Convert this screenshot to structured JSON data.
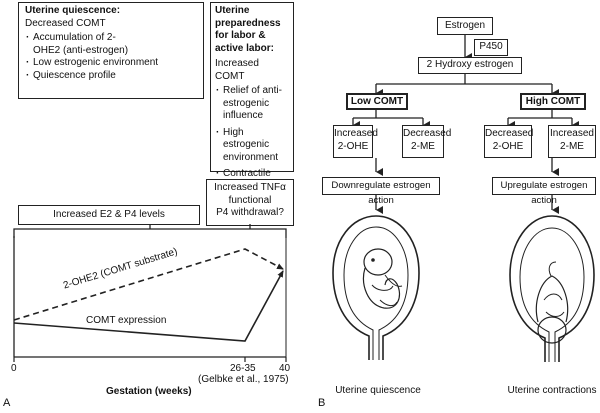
{
  "panel_a": {
    "letter": "A",
    "quiescence_box": {
      "title": "Uterine quiescence:",
      "subtitle": "Decreased COMT",
      "items": [
        "Accumulation of 2-OHE2 (anti-estrogen)",
        "Low estrogenic environment",
        "Quiescence profile"
      ]
    },
    "labor_box": {
      "title": "Uterine preparedness for labor & active labor:",
      "subtitle": "Increased COMT",
      "items": [
        "Relief of anti-estrogenic influence",
        "High estrogenic environment",
        "Contractile profile"
      ]
    },
    "tnf_box": [
      "Increased TNFα",
      "functional",
      "P4 withdrawal?"
    ],
    "e2p4_label": "Increased E2 & P4 levels",
    "curve_dashed_label": "2-OHE2 (COMT substrate)",
    "curve_solid_label": "COMT expression",
    "x_ticks": [
      "0",
      "26-35",
      "40"
    ],
    "citation": "(Gelbke et al., 1975)",
    "x_axis_title": "Gestation (weeks)",
    "colors": {
      "line": "#222222"
    }
  },
  "panel_b": {
    "letter": "B",
    "estrogen": "Estrogen",
    "enzyme": "P450",
    "hydroxy": "2 Hydroxy estrogen",
    "low_comt": "Low COMT",
    "high_comt": "High COMT",
    "increased_2ohe": "Increased 2-OHE",
    "decreased_2me": "Decreased 2-ME",
    "decreased_2ohe": "Decreased 2-OHE",
    "increased_2me": "Increased 2-ME",
    "downregulate": "Downregulate estrogen action",
    "upregulate": "Upregulate estrogen action",
    "caption_left": "Uterine quiescence",
    "caption_right": "Uterine contractions",
    "icons": [
      "uterus-fetus-quiescent-icon",
      "uterus-fetus-contracting-icon"
    ]
  }
}
